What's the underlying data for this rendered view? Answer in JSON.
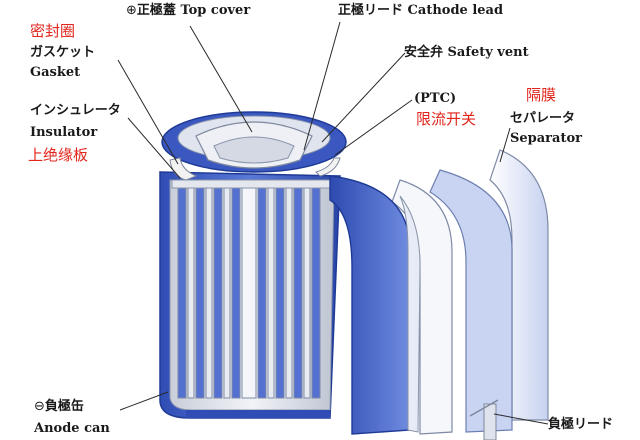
{
  "labels": {
    "top_cover": {
      "symbol": "⊕",
      "jp": "正極蓋",
      "en": "Top cover"
    },
    "cathode_lead": {
      "jp": "正極リード",
      "en": "Cathode lead"
    },
    "safety_vent": {
      "jp": "安全弁",
      "en": "Safety vent"
    },
    "ptc": {
      "en": "(PTC)",
      "cn": "限流开关"
    },
    "separator": {
      "cn": "隔膜",
      "jp": "セパレータ",
      "en": "Separator"
    },
    "gasket": {
      "cn": "密封圈",
      "jp": "ガスケット",
      "en": "Gasket"
    },
    "insulator": {
      "jp": "インシュレータ",
      "en": "Insulator",
      "cn": "上绝缘板"
    },
    "anode_can": {
      "symbol": "⊖",
      "jp": "負極缶",
      "en": "Anode can"
    },
    "anode_lead": {
      "jp": "負極リード"
    }
  },
  "colors": {
    "electrode_blue": "#3f5fc2",
    "electrode_light": "#9fb4ea",
    "can_silver": "#d9dde6",
    "cn_annotation": "#e1251b"
  }
}
